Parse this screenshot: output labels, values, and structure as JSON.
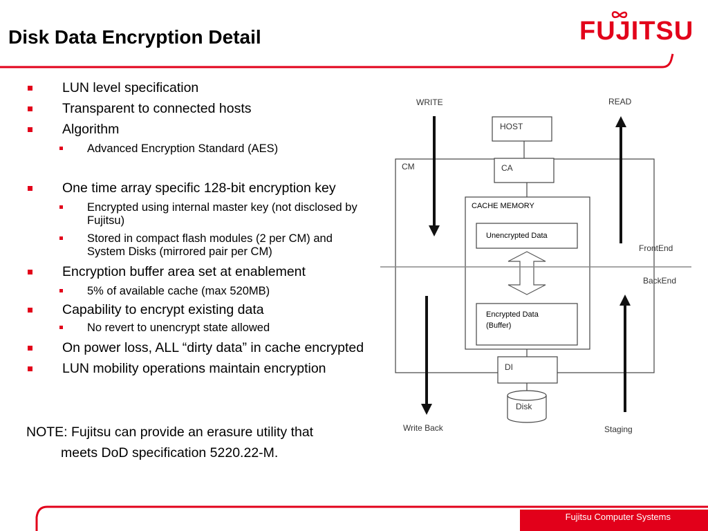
{
  "slide": {
    "title": "Disk Data Encryption Detail",
    "logo_text": "FUJITSU",
    "footer": "Fujitsu Computer Systems",
    "colors": {
      "brand_red": "#e2001a"
    }
  },
  "bullets": [
    {
      "level": 1,
      "text": "LUN level specification"
    },
    {
      "level": 1,
      "text": "Transparent to connected hosts"
    },
    {
      "level": 1,
      "text": "Algorithm"
    },
    {
      "level": 2,
      "text": "Advanced Encryption Standard (AES)"
    },
    {
      "level": 1,
      "text": "One time array specific 128-bit encryption key"
    },
    {
      "level": 2,
      "text": "Encrypted using internal master key (not disclosed by Fujitsu)"
    },
    {
      "level": 2,
      "text": "Stored in compact flash modules (2 per CM) and System Disks (mirrored pair per CM)"
    },
    {
      "level": 1,
      "text": "Encryption buffer area set at enablement"
    },
    {
      "level": 2,
      "text": "5% of available cache (max 520MB)"
    },
    {
      "level": 1,
      "text": "Capability to encrypt existing data"
    },
    {
      "level": 2,
      "text": "No revert to unencrypt state allowed"
    },
    {
      "level": 1,
      "text": "On power loss, ALL “dirty data” in cache encrypted"
    },
    {
      "level": 1,
      "text": "LUN mobility operations maintain encryption"
    }
  ],
  "note": {
    "line1": "NOTE: Fujitsu can provide an erasure utility that",
    "line2": "meets DoD specification 5220.22-M."
  },
  "diagram": {
    "write": "WRITE",
    "read": "READ",
    "host": "HOST",
    "cm": "CM",
    "ca": "CA",
    "cache_memory": "CACHE MEMORY",
    "unencrypted": "Unencrypted Data",
    "encrypted_line1": "Encrypted Data",
    "encrypted_line2": "(Buffer)",
    "frontend": "FrontEnd",
    "backend": "BackEnd",
    "di": "DI",
    "disk": "Disk",
    "write_back": "Write Back",
    "staging": "Staging"
  }
}
